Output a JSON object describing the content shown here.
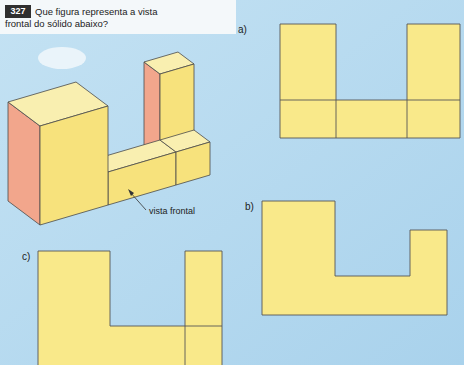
{
  "diagram": {
    "nodes": [
      {
        "text": [
          "327"
        ]
      }
    ],
    "labels": [
      "Que figura representa a vista frontal do sólido abaixo?",
      "vista frontal",
      "a)",
      "b)",
      "c)"
    ]
  }
}
